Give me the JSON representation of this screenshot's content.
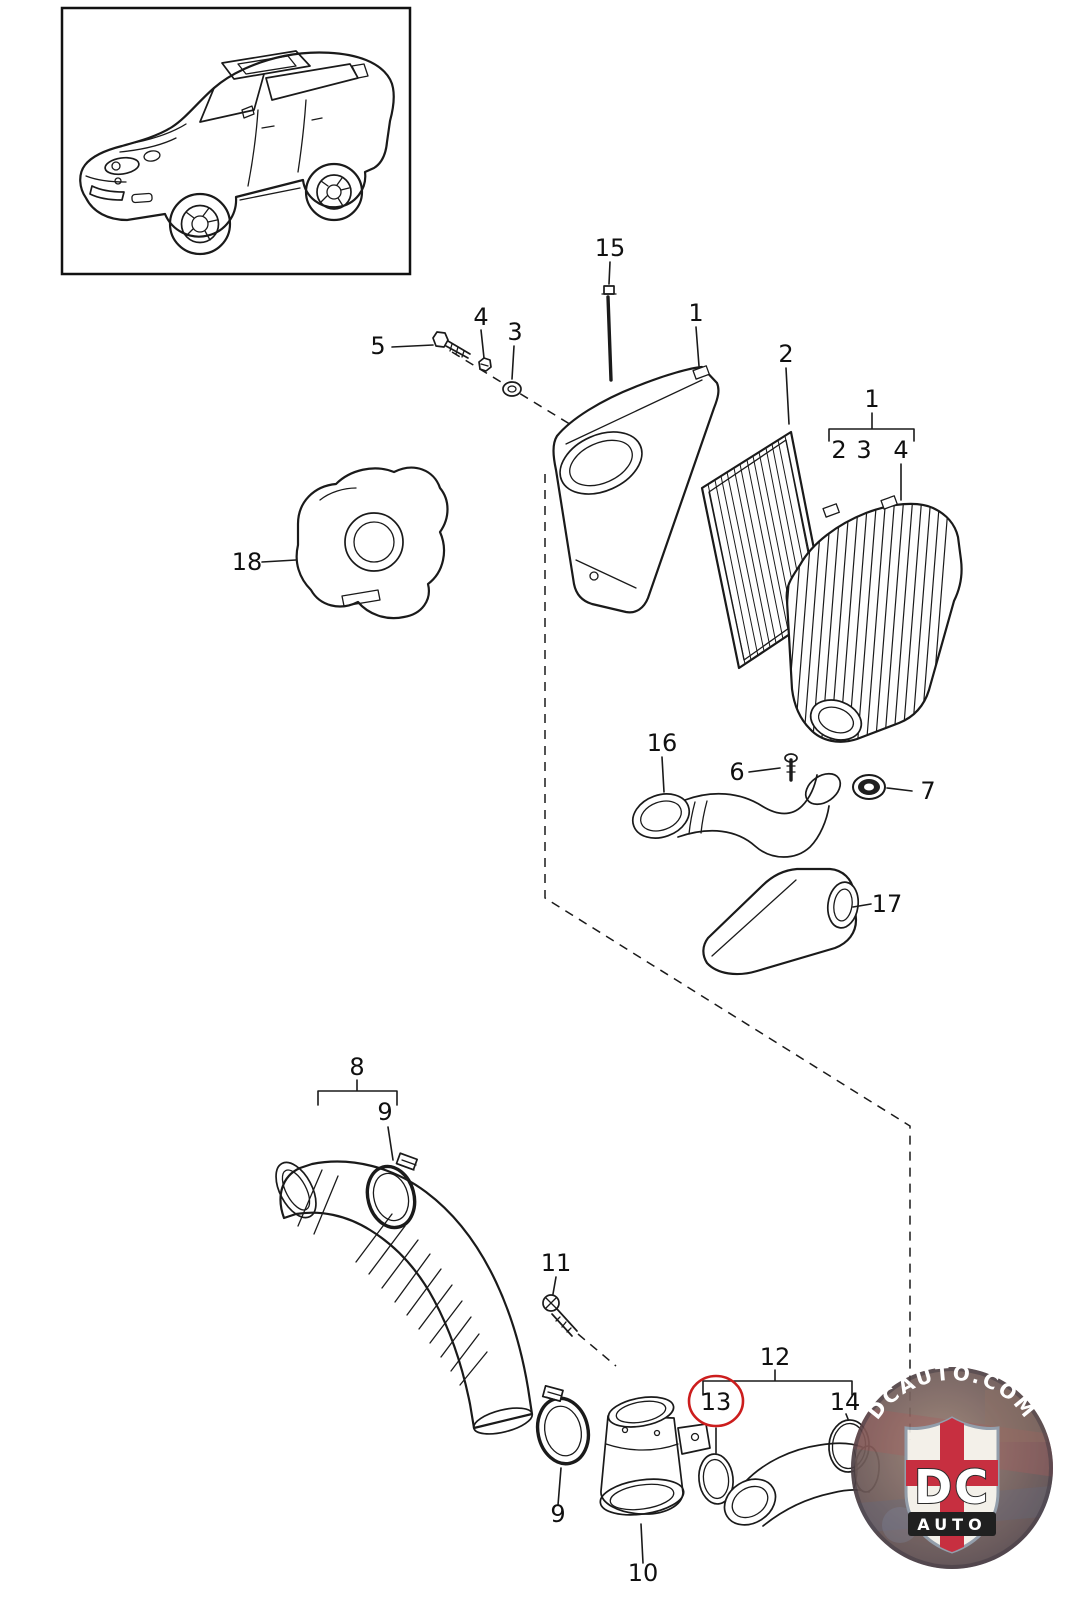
{
  "page": {
    "background": "#ffffff"
  },
  "colors": {
    "line": "#1a1a1a",
    "highlight": "#cc1d1d",
    "logo_red": "#c32032",
    "logo_black": "#111111"
  },
  "diagram": {
    "callouts": [
      {
        "label": "15"
      },
      {
        "label": "5"
      },
      {
        "label": "4"
      },
      {
        "label": "3"
      },
      {
        "label": "1"
      },
      {
        "label": "2"
      },
      {
        "label": "1",
        "sub_labels": [
          "2",
          "3",
          "4"
        ]
      },
      {
        "label": "18"
      },
      {
        "label": "16"
      },
      {
        "label": "6"
      },
      {
        "label": "7"
      },
      {
        "label": "17"
      },
      {
        "label": "8"
      },
      {
        "label": "9"
      },
      {
        "label": "11"
      },
      {
        "label": "9"
      },
      {
        "label": "10"
      },
      {
        "label": "12"
      },
      {
        "label": "13",
        "highlighted": true
      },
      {
        "label": "14"
      }
    ]
  },
  "watermark": {
    "arc_text": "DCAUTO.COM",
    "shield_text": "DC",
    "banner_text": "AUTO"
  }
}
